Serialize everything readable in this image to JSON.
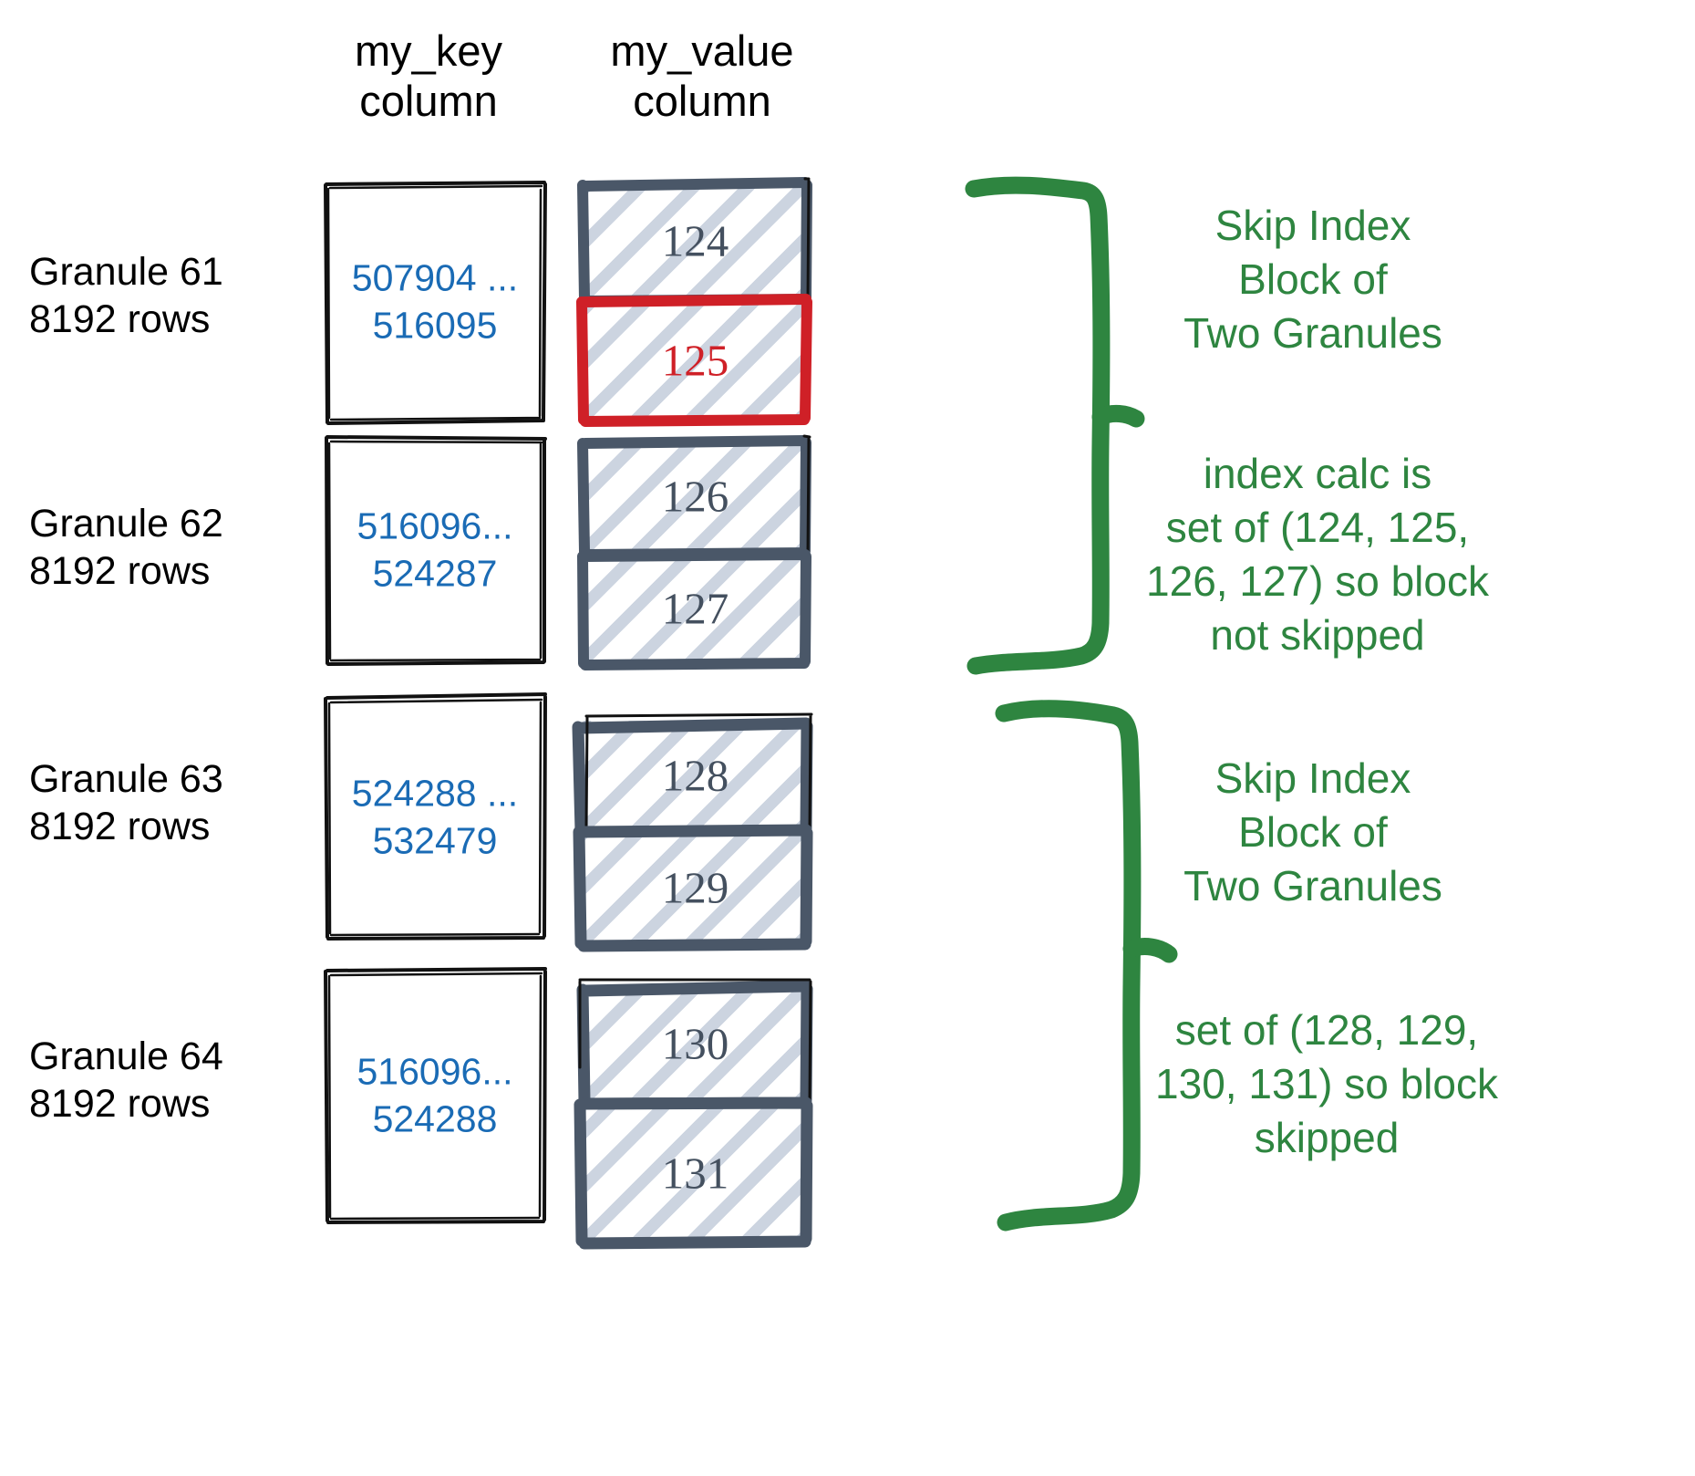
{
  "headers": {
    "key_column": "my_key\ncolumn",
    "value_column": "my_value\ncolumn"
  },
  "colors": {
    "key_value_blue": "#1a6bb5",
    "value_slate": "#44505f",
    "match_red": "#cf2027",
    "annotation_green": "#2e8540",
    "hatch_gray": "#ccd4e0",
    "sketch_black": "#111111"
  },
  "rows": [
    {
      "label": "Granule 61\n8192 rows",
      "key_range": "507904 ...\n516095",
      "values": [
        {
          "value": "124",
          "highlighted": false
        },
        {
          "value": "125",
          "highlighted": true
        }
      ]
    },
    {
      "label": "Granule 62\n8192 rows",
      "key_range": "516096...\n524287",
      "values": [
        {
          "value": "126",
          "highlighted": false
        },
        {
          "value": "127",
          "highlighted": false
        }
      ]
    },
    {
      "label": "Granule 63\n8192 rows",
      "key_range": "524288 ...\n532479",
      "values": [
        {
          "value": "128",
          "highlighted": false
        },
        {
          "value": "129",
          "highlighted": false
        }
      ]
    },
    {
      "label": "Granule 64\n8192 rows",
      "key_range": "516096...\n524288",
      "values": [
        {
          "value": "130",
          "highlighted": false
        },
        {
          "value": "131",
          "highlighted": false
        }
      ]
    }
  ],
  "annotations": [
    {
      "id": "block-1-title",
      "text": "Skip Index\nBlock of\nTwo Granules"
    },
    {
      "id": "block-1-note",
      "text": "index calc is\nset of (124, 125,\n126, 127) so block\nnot skipped"
    },
    {
      "id": "block-2-title",
      "text": "Skip Index\nBlock of\nTwo Granules"
    },
    {
      "id": "block-2-note",
      "text": "set of (128, 129,\n130, 131) so block\nskipped"
    }
  ]
}
